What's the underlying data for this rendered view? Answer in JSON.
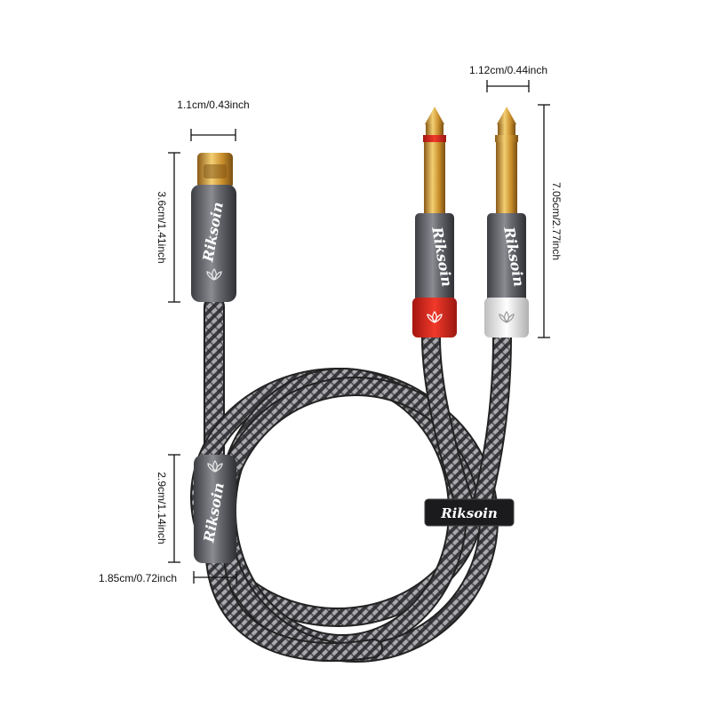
{
  "brand": "Riksoin",
  "dimensions": {
    "usbc_width": "1.1cm/0.43inch",
    "usbc_length": "3.6cm/1.41inch",
    "jack_width": "1.12cm/0.44inch",
    "jack_length": "7.05cm/2.77inch",
    "splitter_length": "2.9cm/1.14inch",
    "splitter_width": "1.85cm/0.72inch"
  },
  "colors": {
    "braid_dark": "#3a3a3e",
    "braid_light": "#b9b9bd",
    "housing": "#5a5c62",
    "gold": "#d9a441",
    "red_ring": "#d42a20",
    "white_ring": "#e6e6e6"
  },
  "icons": [
    "lotus-logo-icon"
  ]
}
